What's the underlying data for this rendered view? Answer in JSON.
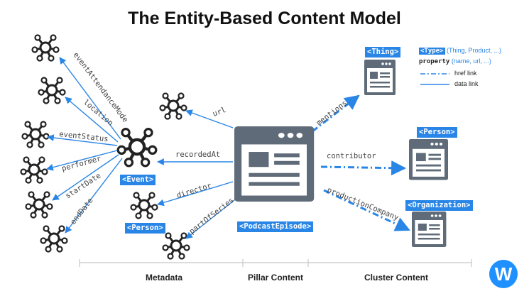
{
  "title": "The Entity-Based Content Model",
  "tags": {
    "event": "<Event>",
    "person_meta": "<Person>",
    "podcast": "<PodcastEpisode>",
    "thing": "<Thing>",
    "person_cluster": "<Person>",
    "organization": "<Organization>"
  },
  "event_properties": [
    "eventAttendanceMode",
    "location",
    "eventStatus",
    "performer",
    "startDate",
    "endDate"
  ],
  "podcast_properties": {
    "url": "url",
    "recordedAt": "recordedAt",
    "director": "director",
    "partOfSeries": "partOfSeries",
    "mentions": "mentions",
    "contributor": "contributor",
    "productionCompany": "productionCompany"
  },
  "legend": {
    "type_tag": "<Type>",
    "type_examples": "(Thing, Product, ...)",
    "property_word": "property",
    "property_examples": "(name, url, ...)",
    "href_link": "href link",
    "data_link": "data link"
  },
  "sections": [
    "Metadata",
    "Pillar Content",
    "Cluster Content"
  ],
  "brand_letter": "W",
  "colors": {
    "accent": "#2a86e6",
    "icon": "#222222",
    "window_fill": "#5f6b78",
    "brand": "#1e90ff"
  }
}
